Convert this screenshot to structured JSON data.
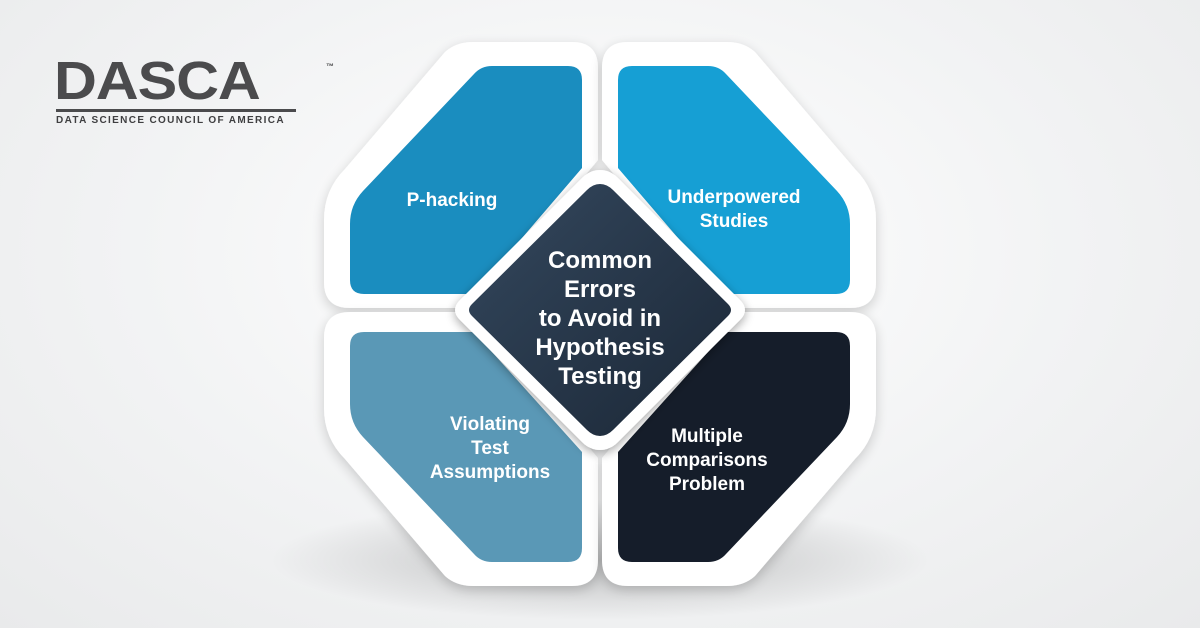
{
  "brand": {
    "name": "DASCA",
    "trademark": "™",
    "tagline": "DATA SCIENCE COUNCIL OF AMERICA"
  },
  "diagram": {
    "center_title": "Common Errors to Avoid in Hypothesis Testing",
    "center_lines": [
      "Common",
      "Errors",
      "to Avoid in",
      "Hypothesis",
      "Testing"
    ],
    "segments": [
      {
        "id": "top-left",
        "lines": [
          "P-hacking"
        ],
        "color": "#1a8dbf"
      },
      {
        "id": "top-right",
        "lines": [
          "Underpowered",
          "Studies"
        ],
        "color": "#169fd4"
      },
      {
        "id": "bottom-left",
        "lines": [
          "Violating",
          "Test",
          "Assumptions"
        ],
        "color": "#5a98b6"
      },
      {
        "id": "bottom-right",
        "lines": [
          "Multiple",
          "Comparisons",
          "Problem"
        ],
        "color": "#151d2a"
      }
    ],
    "center_color": "#25364a",
    "frame_color": "#ffffff"
  }
}
